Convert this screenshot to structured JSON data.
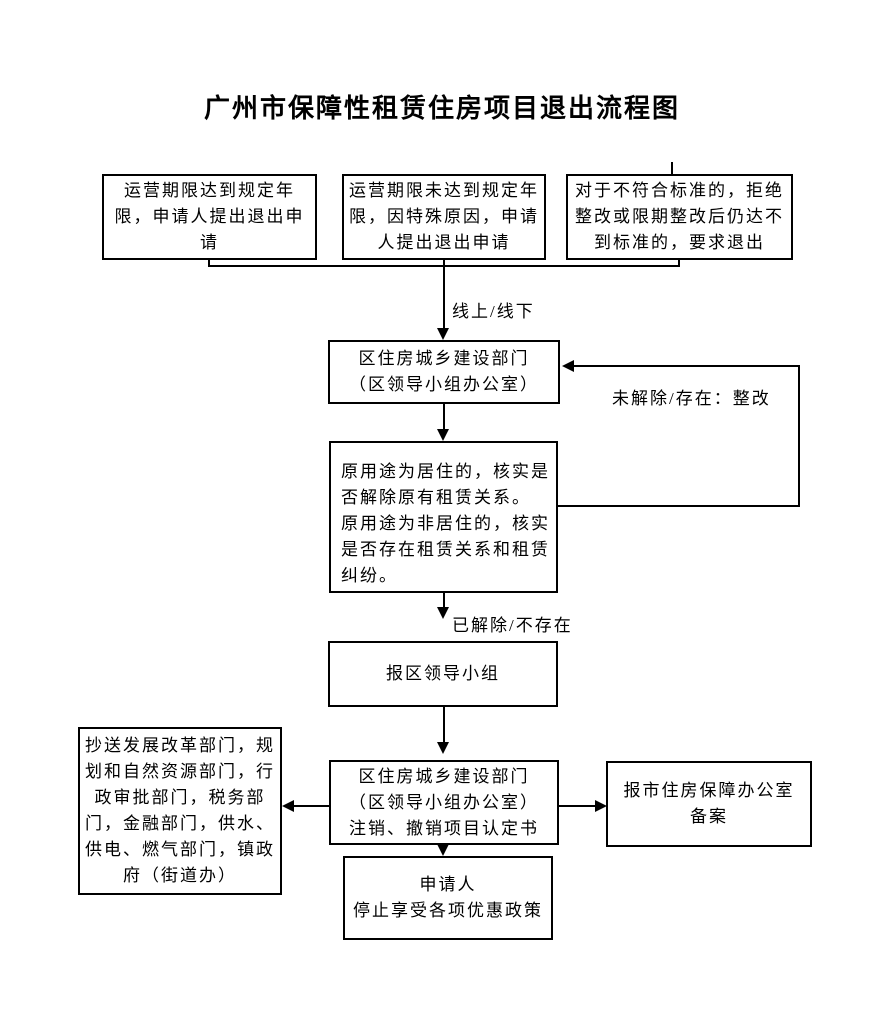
{
  "title": "广州市保障性租赁住房项目退出流程图",
  "boxes": {
    "reach_term": "运营期限达到规定年限，申请人提出退出申请",
    "not_reach_term": "运营期限未达到规定年限，因特殊原因，申请人提出退出申请",
    "nonstandard": "对于不符合标准的，拒绝整改或限期整改后仍达不到标准的，要求退出",
    "district_dept": {
      "line1": "区住房城乡建设部门",
      "line2": "（区领导小组办公室）"
    },
    "verify": {
      "line1": "原用途为居住的，核实是否解除原有租赁关系。",
      "line2": "原用途为非居住的，核实是否存在租赁关系和租赁纠纷。"
    },
    "report_leader_group": "报区领导小组",
    "district_dept_revoke": {
      "line1": "区住房城乡建设部门",
      "line2": "（区领导小组办公室）",
      "line3": "注销、撤销项目认定书"
    },
    "copy_departments": "抄送发展改革部门，规划和自然资源部门，行政审批部门，税务部门，金融部门，供水、供电、燃气部门，镇政府（街道办）",
    "report_city_office": {
      "line1": "报市住房保障办公室",
      "line2": "备案"
    },
    "applicant_stop": {
      "line1": "申请人",
      "line2": "停止享受各项优惠政策"
    }
  },
  "edge_labels": {
    "channel": "线上/线下",
    "not_released": "未解除/存在：整改",
    "released": "已解除/不存在"
  },
  "colors": {
    "line": "#000000",
    "background": "#ffffff",
    "text": "#000000"
  }
}
